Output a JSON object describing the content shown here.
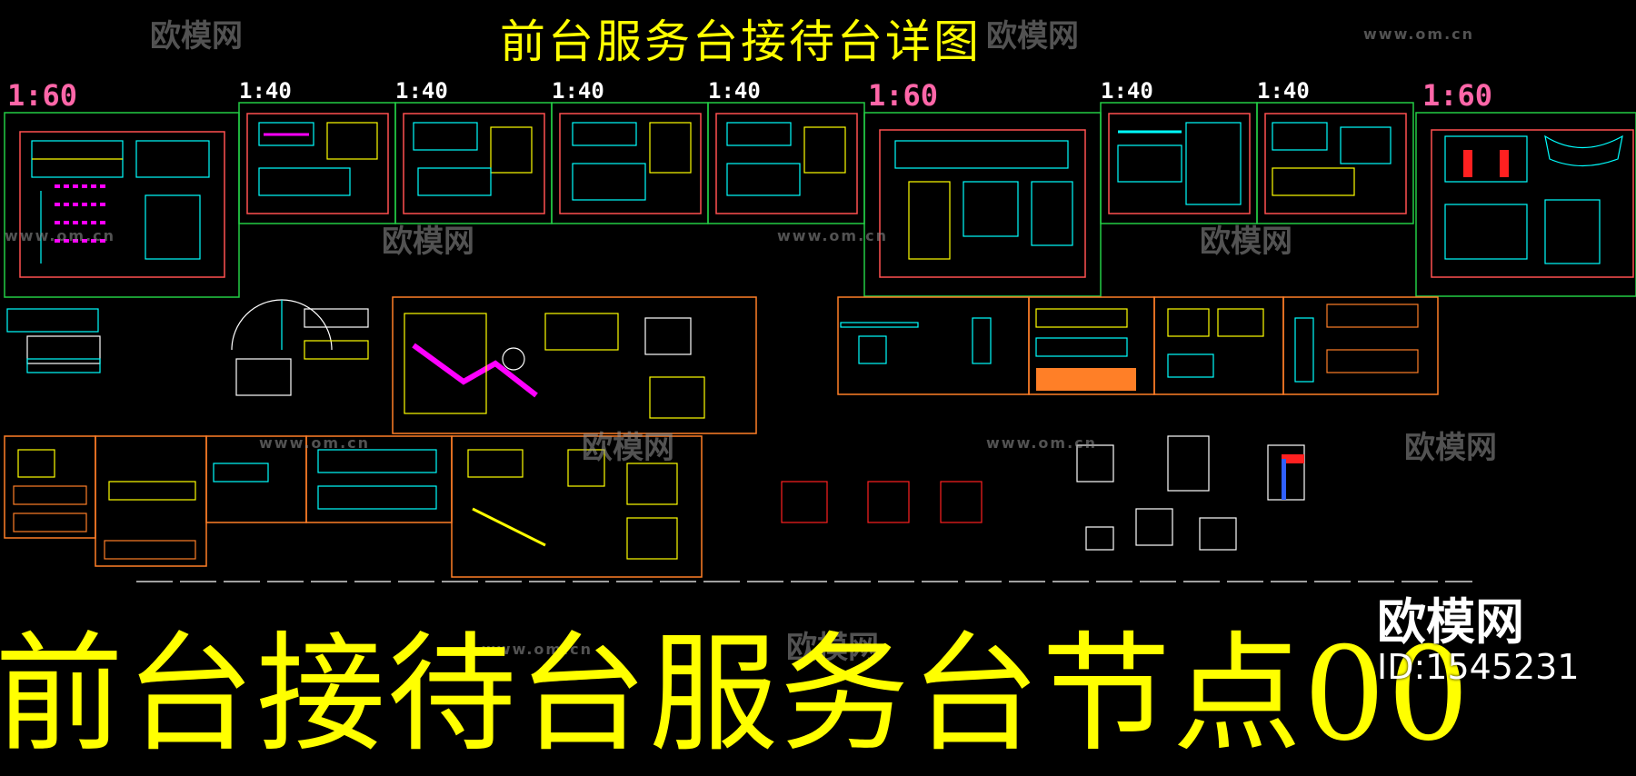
{
  "drawing": {
    "title": "前台服务台接待台详图",
    "caption": "前台接待台服务台节点00"
  },
  "scales": [
    "1:60",
    "1:40",
    "1:40",
    "1:40",
    "1:40",
    "1:60",
    "1:40",
    "1:40",
    "1:60"
  ],
  "watermark": {
    "brand": "欧模网",
    "url": "www.om.cn"
  },
  "logo": {
    "name": "欧模网",
    "id": "ID:1545231"
  },
  "colors": {
    "background": "#000000",
    "title": "#ffff00",
    "frame_green": "#22cc44",
    "frame_orange": "#ff7f27",
    "magenta": "#ff00ff",
    "cyan": "#00ffff",
    "scale_label": "#ff66a8"
  }
}
